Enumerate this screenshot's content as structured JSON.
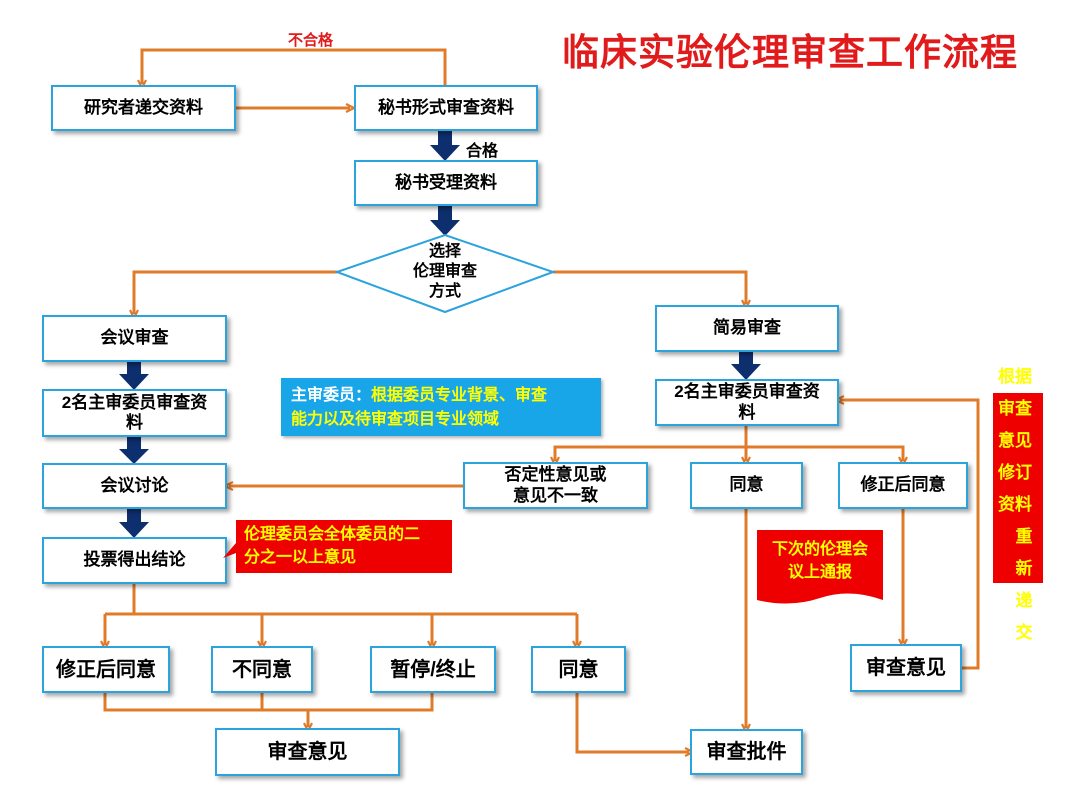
{
  "title": "临床实验伦理审查工作流程",
  "colors": {
    "title": "#e11b1b",
    "connector": "#e07b2a",
    "arrow_fill": "#0e2f6e",
    "box_border": "#2ba3dc",
    "note_blue": "#19a6e9",
    "note_red": "#ee0000",
    "note_text": "#ffff00"
  },
  "labels": {
    "reject": "不合格",
    "pass": "合格"
  },
  "nodes": {
    "researcher_submit": "研究者递交资料",
    "secretary_formal_review": "秘书形式审查资料",
    "secretary_accept": "秘书受理资料",
    "choose_method": [
      "选择",
      "伦理审查",
      "方式"
    ],
    "meeting_review": "会议审查",
    "simple_review": "简易审查",
    "meeting_two_reviewers": [
      "2名主审委员审查资",
      "料"
    ],
    "simple_two_reviewers": [
      "2名主审委员审查资",
      "料"
    ],
    "meeting_discussion": "会议讨论",
    "negative_opinion": [
      "否定性意见或",
      "意见不一致"
    ],
    "simple_agree": "同意",
    "simple_agree_after_revision": "修正后同意",
    "vote": "投票得出结论",
    "result_agree_after_revision": "修正后同意",
    "result_disagree": "不同意",
    "result_suspend": "暂停/终止",
    "result_agree": "同意",
    "review_opinion_left": "审查意见",
    "review_opinion_right": "审查意见",
    "approval": "审查批件"
  },
  "notes": {
    "main_reviewer_label": "主审委员：",
    "main_reviewer_text_1": "根据委员专业背景、审查",
    "main_reviewer_text_2": "能力以及待审查项目专业领域",
    "vote_rule": [
      "伦理委员会全体委员的二",
      "分之一以上意见"
    ],
    "next_meeting": [
      "下次的伦理会",
      "议上通报"
    ],
    "resubmit": [
      "根据",
      "审查",
      "意见",
      "修订",
      "资料",
      "重新",
      "递交"
    ]
  }
}
